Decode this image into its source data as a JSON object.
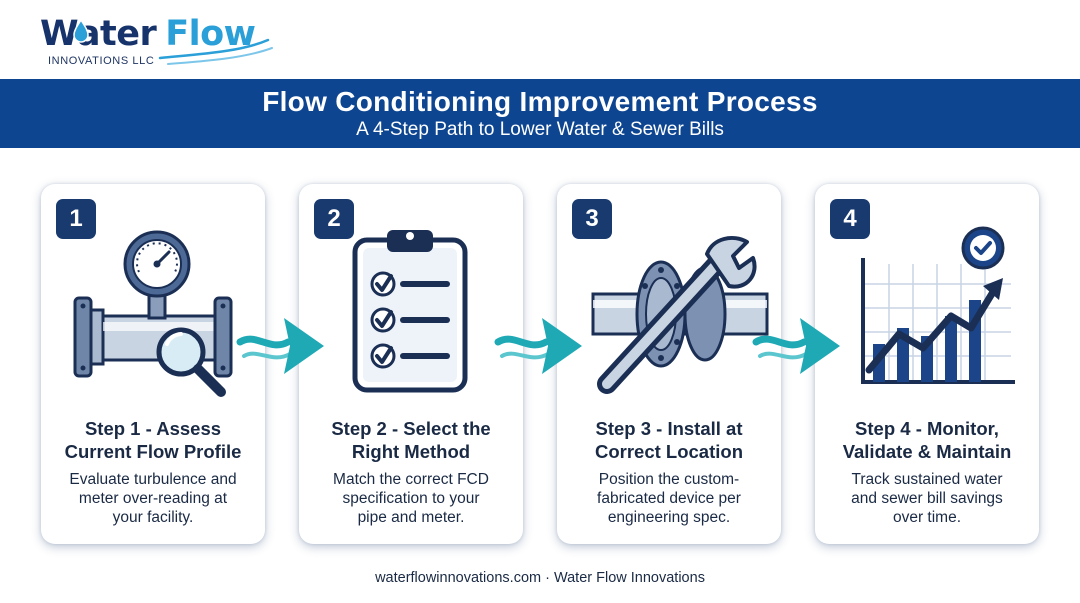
{
  "logo": {
    "name_part1": "Water",
    "name_part2": "Flow",
    "subtitle": "INNOVATIONS LLC",
    "icon": "water-drop-icon"
  },
  "banner": {
    "title": "Flow Conditioning Improvement Process",
    "subtitle": "A 4-Step Path to Lower Water & Sewer Bills"
  },
  "steps": [
    {
      "number": "1",
      "title_line1": "Step 1 - Assess",
      "title_line2": "Current Flow Profile",
      "desc_line1": "Evaluate turbulence and",
      "desc_line2": "meter over-reading at",
      "desc_line3": "your facility.",
      "icon": "pressure-gauge-magnifier-icon"
    },
    {
      "number": "2",
      "title_line1": "Step 2 - Select the",
      "title_line2": "Right Method",
      "desc_line1": "Match the correct FCD",
      "desc_line2": "specification to your",
      "desc_line3": "pipe and meter.",
      "icon": "clipboard-checklist-icon"
    },
    {
      "number": "3",
      "title_line1": "Step 3 - Install at",
      "title_line2": "Correct Location",
      "desc_line1": "Position the custom-",
      "desc_line2": "fabricated device per",
      "desc_line3": "engineering spec.",
      "icon": "pipe-wrench-icon"
    },
    {
      "number": "4",
      "title_line1": "Step 4 - Monitor,",
      "title_line2": "Validate & Maintain",
      "desc_line1": "Track sustained water",
      "desc_line2": "and sewer bill savings",
      "desc_line3": "over time.",
      "icon": "rising-chart-badge-icon"
    }
  ],
  "footer": {
    "text": "waterflowinnovations.com · Water Flow Innovations"
  },
  "colors": {
    "banner": "#0d4591",
    "navy": "#183a6e",
    "teal": "#1ea9b5",
    "logo_blue": "#2a9fd8"
  }
}
